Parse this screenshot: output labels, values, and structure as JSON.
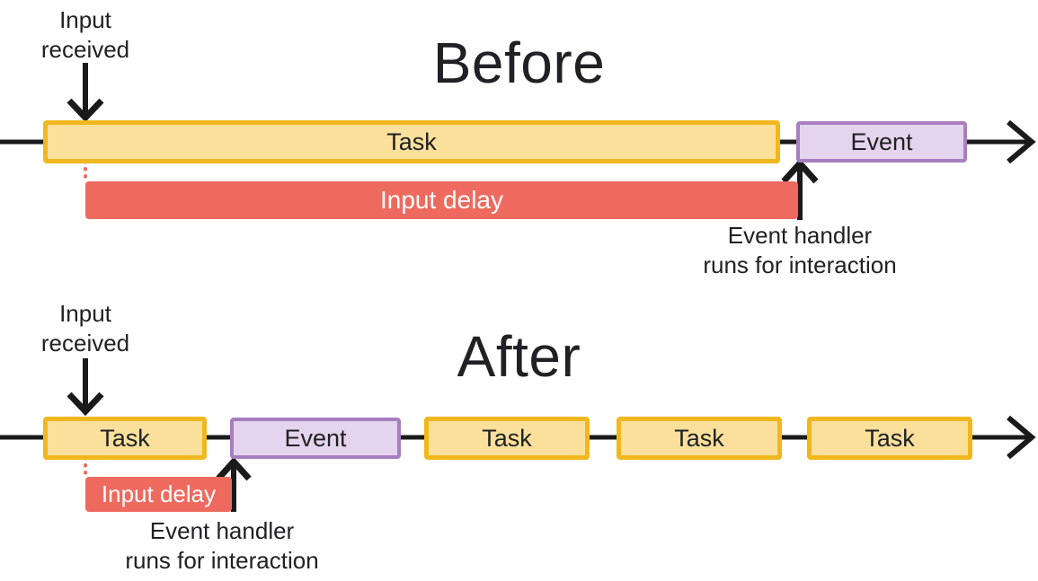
{
  "colors": {
    "task_fill": "#FBE09C",
    "task_border": "#F0B71E",
    "event_fill": "#E5D4ED",
    "event_border": "#A87EC0",
    "input_delay_fill": "#EE6A5F",
    "line": "#1A1A1A",
    "text": "#202124"
  },
  "before": {
    "title": "Before",
    "input_received_label": "Input\nreceived",
    "task_label": "Task",
    "event_label": "Event",
    "input_delay_label": "Input delay",
    "event_handler_label": "Event handler\nruns for interaction"
  },
  "after": {
    "title": "After",
    "input_received_label": "Input\nreceived",
    "task_labels": [
      "Task",
      "Task",
      "Task",
      "Task"
    ],
    "event_label": "Event",
    "input_delay_label": "Input delay",
    "event_handler_label": "Event handler\nruns for interaction"
  }
}
